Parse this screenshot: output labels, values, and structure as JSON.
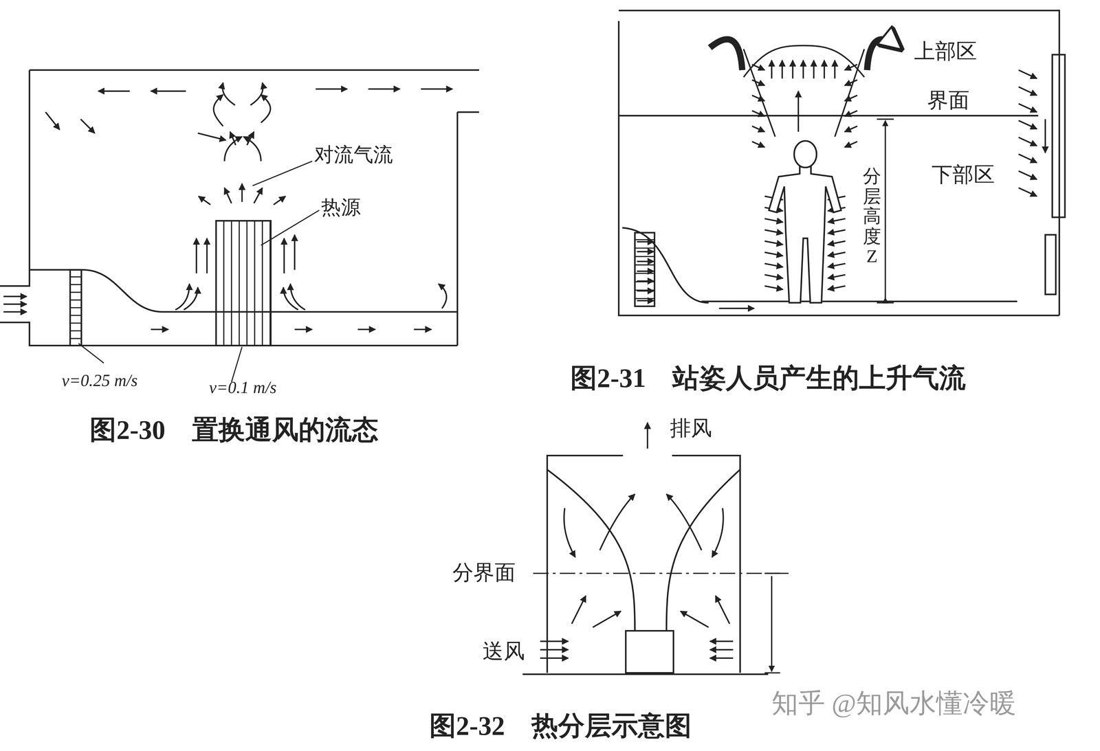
{
  "diagram": {
    "labels": [
      "对流气流",
      "热源",
      "v=0.25 m/s",
      "v=0.1 m/s",
      "图2-30　置换通风的流态",
      "上部区",
      "界面",
      "下部区",
      "分层高度 Z",
      "图2-31　站姿人员产生的上升气流",
      "排风",
      "分界面",
      "送风",
      "图2-32　热分层示意图",
      "知乎 @知风水懂冷暖"
    ]
  }
}
